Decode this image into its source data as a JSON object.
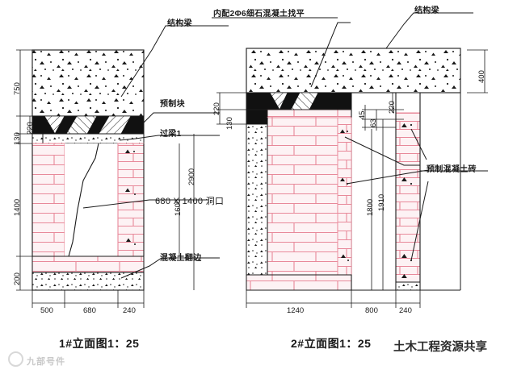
{
  "drawing": {
    "kind": "cad-elevation-drawing",
    "sheet_bg": "#ffffff",
    "line_color": "#1a1a1a",
    "brick_color": "#e8899a",
    "brick_fill": "#fdf2f4",
    "concrete_fill": "#ffffff",
    "beam_solid": "#111111"
  },
  "annotations": {
    "structural_beam_left": "结构梁",
    "structural_beam_right": "结构梁",
    "fine_concrete_level": "内配2Φ6细石混凝土找平",
    "precast_block": "预制块",
    "lintel_1": "过梁1",
    "opening_size": "680 X 1400  洞口",
    "concrete_flange": "混凝土翻边",
    "precast_concrete_brick": "预制混凝土砖"
  },
  "view_left": {
    "title": "1#立面图1：25",
    "dims_vertical": [
      "750",
      "220",
      "130",
      "1400",
      "200"
    ],
    "dims_horizontal": [
      "500",
      "680",
      "240"
    ],
    "dim_overall": "2900",
    "dim_opening_height": "1600"
  },
  "view_right": {
    "title": "2#立面图1：25",
    "dims_vertical_left": [
      "220",
      "130"
    ],
    "dims_vertical_mid": [
      "45",
      "63",
      "220"
    ],
    "dims_vertical_inner": [
      "1800",
      "1910"
    ],
    "dims_vertical_right": [
      "400"
    ],
    "dims_horizontal": [
      "1240",
      "800",
      "240"
    ]
  },
  "watermarks": {
    "right_text": "土木工程资源共享",
    "left_text": "九部号件"
  }
}
